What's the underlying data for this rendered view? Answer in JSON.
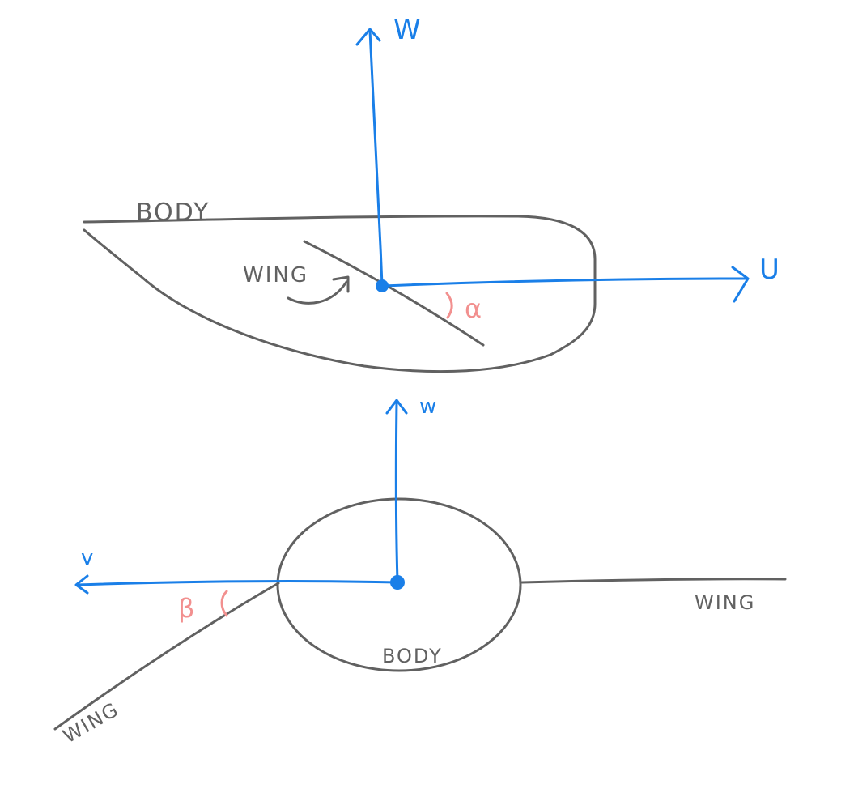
{
  "side_view": {
    "body_label": "BODY",
    "wing_label": "WING",
    "axis_w_label": "W",
    "axis_u_label": "U",
    "angle_label": "α"
  },
  "front_view": {
    "axis_w_label": "w",
    "axis_v_label": "v",
    "body_label": "BODY",
    "wing_right_label": "WING",
    "wing_left_label": "WING",
    "angle_label": "β"
  },
  "colors": {
    "outline": "#616161",
    "axis": "#1a7fe8",
    "angle": "#f2908f"
  }
}
